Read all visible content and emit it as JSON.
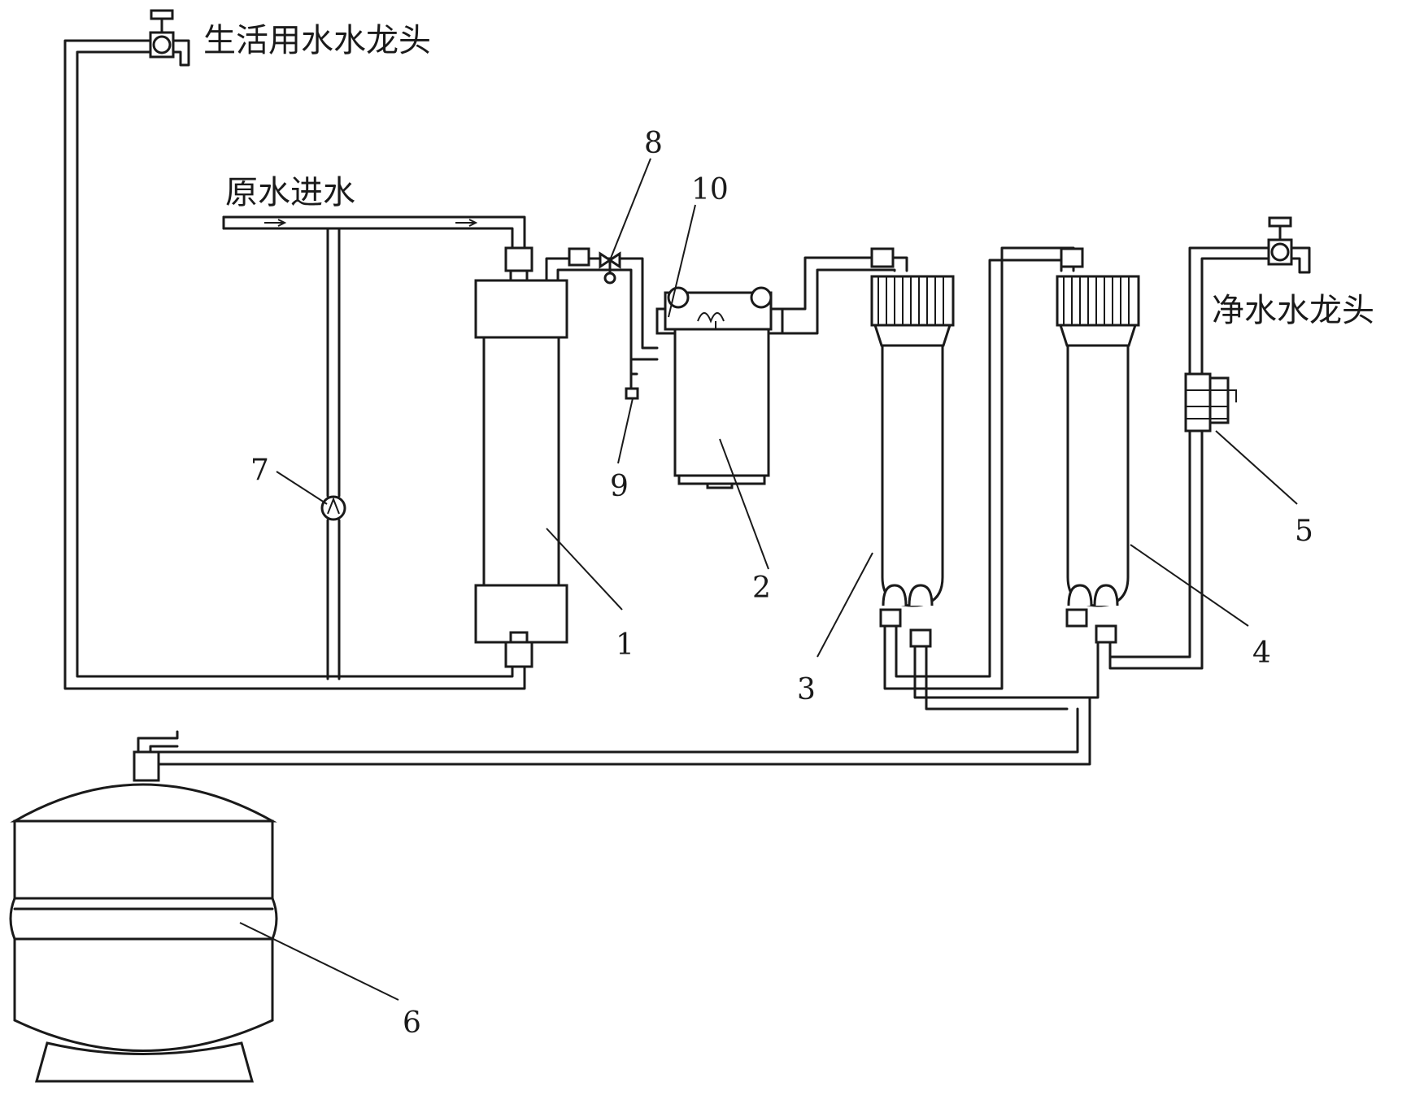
{
  "labels": {
    "domestic_faucet": "生活用水水龙头",
    "raw_water_inlet": "原水进水",
    "pure_water_faucet": "净水水龙头"
  },
  "callouts": {
    "n1": "1",
    "n2": "2",
    "n3": "3",
    "n4": "4",
    "n5": "5",
    "n6": "6",
    "n7": "7",
    "n8": "8",
    "n9": "9",
    "n10": "10"
  },
  "colors": {
    "line": "#1a1a1a",
    "background": "#ffffff"
  }
}
